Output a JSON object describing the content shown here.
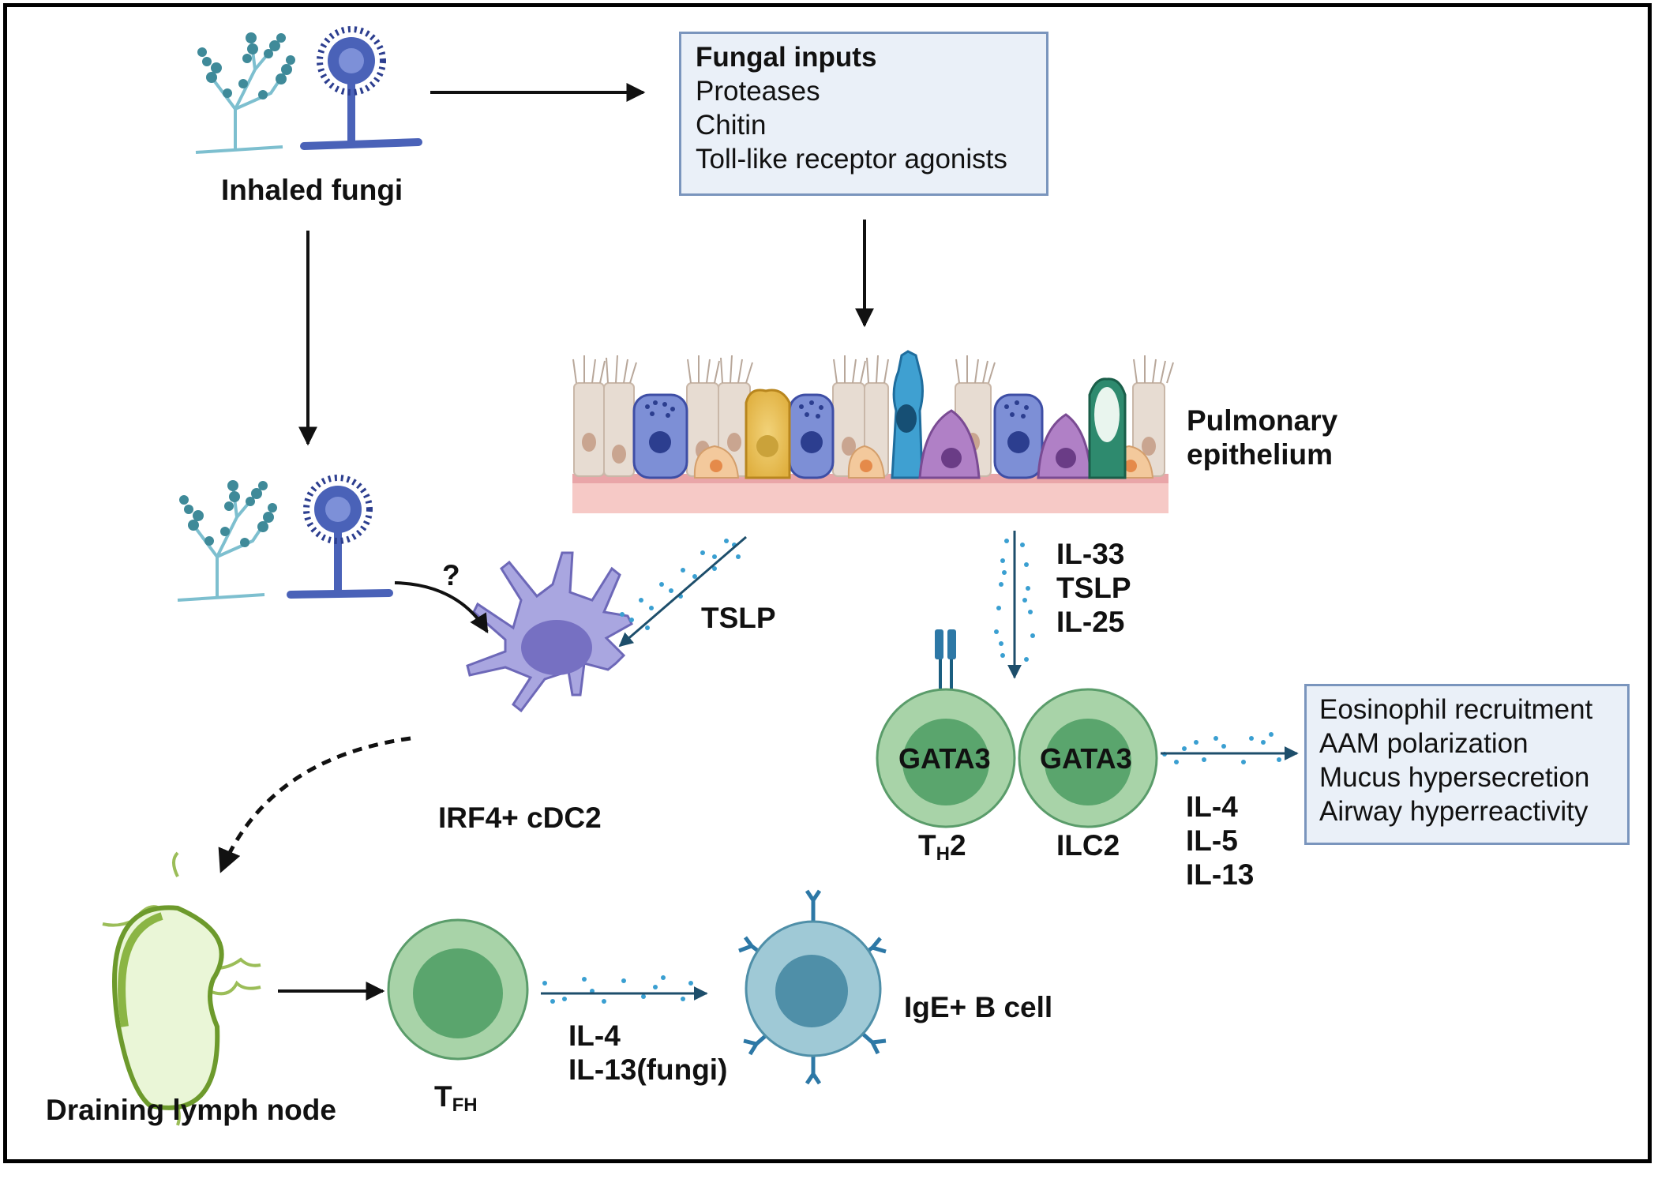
{
  "inhaled_fungi": "Inhaled fungi",
  "fungal_inputs": {
    "title": "Fungal inputs",
    "items": [
      "Proteases",
      "Chitin",
      "Toll-like receptor agonists"
    ]
  },
  "pulmonary_epithelium": [
    "Pulmonary",
    "epithelium"
  ],
  "question_mark": "?",
  "tslp_dc": "TSLP",
  "epi_cytokines": [
    "IL-33",
    "TSLP",
    "IL-25"
  ],
  "cdc2": "IRF4+ cDC2",
  "gata3_th2": "GATA3",
  "gata3_ilc2": "GATA3",
  "th2": {
    "main": "T",
    "sub": "H",
    "tail": "2"
  },
  "ilc2": "ILC2",
  "effector_cytokines": [
    "IL-4",
    "IL-5",
    "IL-13"
  ],
  "effects": [
    "Eosinophil recruitment",
    "AAM polarization",
    "Mucus hypersecretion",
    "Airway hyperreactivity"
  ],
  "lymph_node": "Draining lymph node",
  "tfh": {
    "main": "T",
    "sub": "FH"
  },
  "tfh_cytokines": [
    "IL-4",
    "IL-13(fungi)"
  ],
  "ige_b": "IgE+ B cell",
  "colors": {
    "fungus_teal": "#3f8a99",
    "fungus_blue": "#4a62b8",
    "cdc2": "#9f9bd6",
    "tcell_outer": "#a8d3a8",
    "tcell_inner": "#5aa56d",
    "bcell": "#9fc9d6",
    "box_bg": "#eaf0f8",
    "box_border": "#7a95bd",
    "arrow_blue": "#1d4e6b",
    "dots": "#3a9fd1"
  }
}
